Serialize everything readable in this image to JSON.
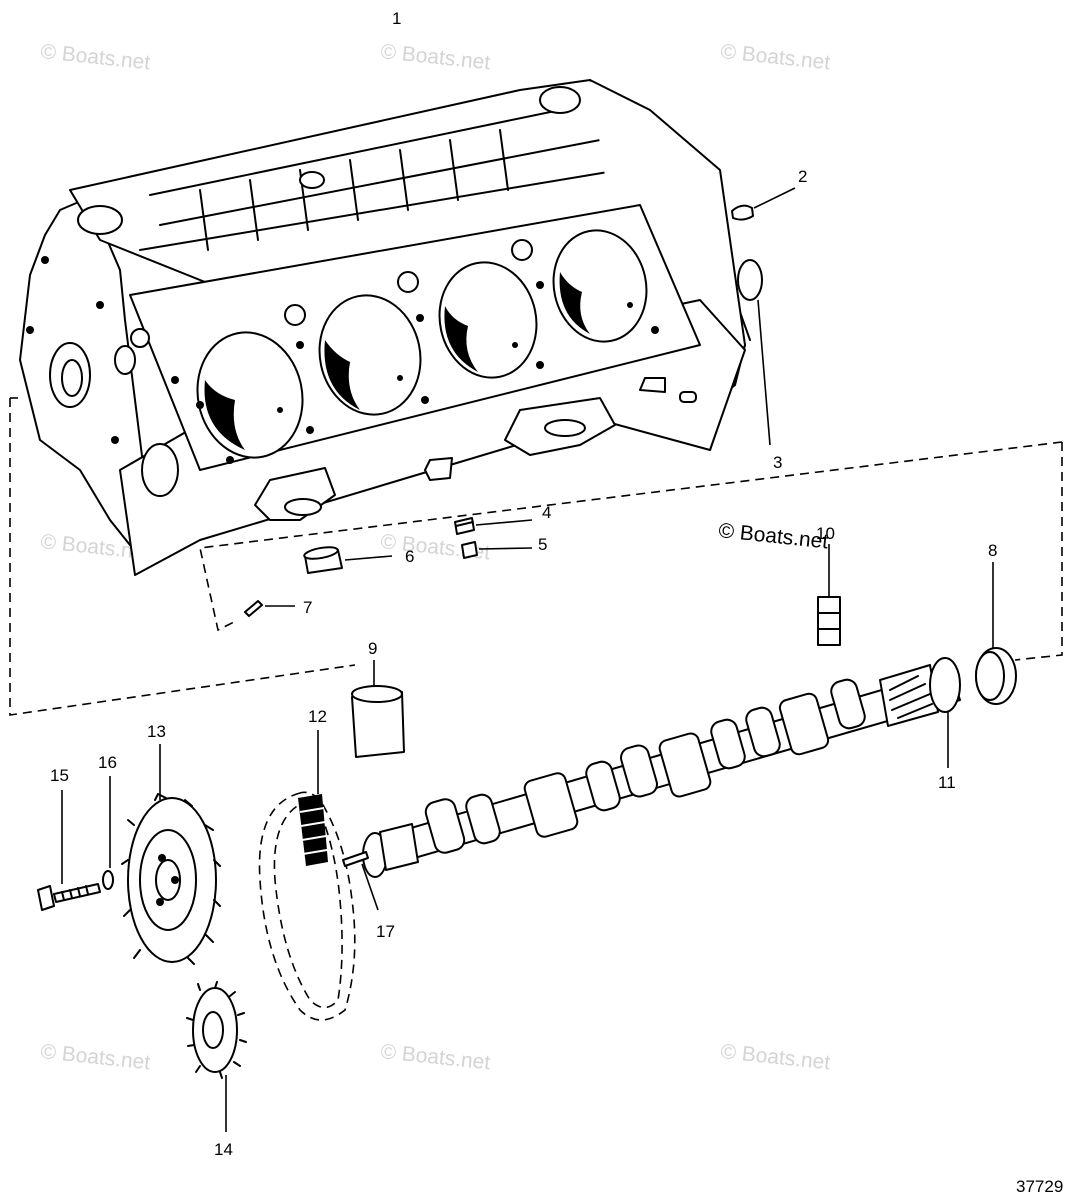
{
  "watermark": "© Boats.net",
  "reference_number": "37729",
  "callouts": [
    "1",
    "2",
    "3",
    "4",
    "5",
    "6",
    "7",
    "8",
    "9",
    "10",
    "11",
    "12",
    "13",
    "14",
    "15",
    "16",
    "17"
  ]
}
